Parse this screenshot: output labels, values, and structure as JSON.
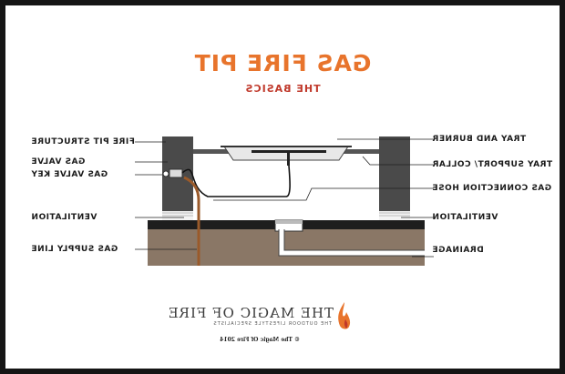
{
  "title": "GAS FIRE PIT",
  "subtitle": "THE BASICS",
  "labels_left": [
    "FIRE PIT STRUCTURE",
    "GAS VALVE",
    "GAS VALVE KEY",
    "VENTILATION",
    "GAS SUPPLY LINE"
  ],
  "labels_right": [
    "TRAY AND BURNER",
    "TRAY SUPPORT/ COLLAR",
    "GAS CONNECTION HOSE",
    "VENTILATION",
    "DRAINAGE"
  ],
  "brand": {
    "name": "THE MAGIC OF FIRE",
    "tagline": "THE OUTDOOR LIFESTYLE SPECIALISTS",
    "copyright": "© The Magic Of Fire 2014"
  },
  "colors": {
    "title": "#e8742c",
    "ground": "#8a7766",
    "soil_top": "#1e1e1e",
    "pillar": "#4a4a4a",
    "supply_line": "#9a5a2a"
  }
}
